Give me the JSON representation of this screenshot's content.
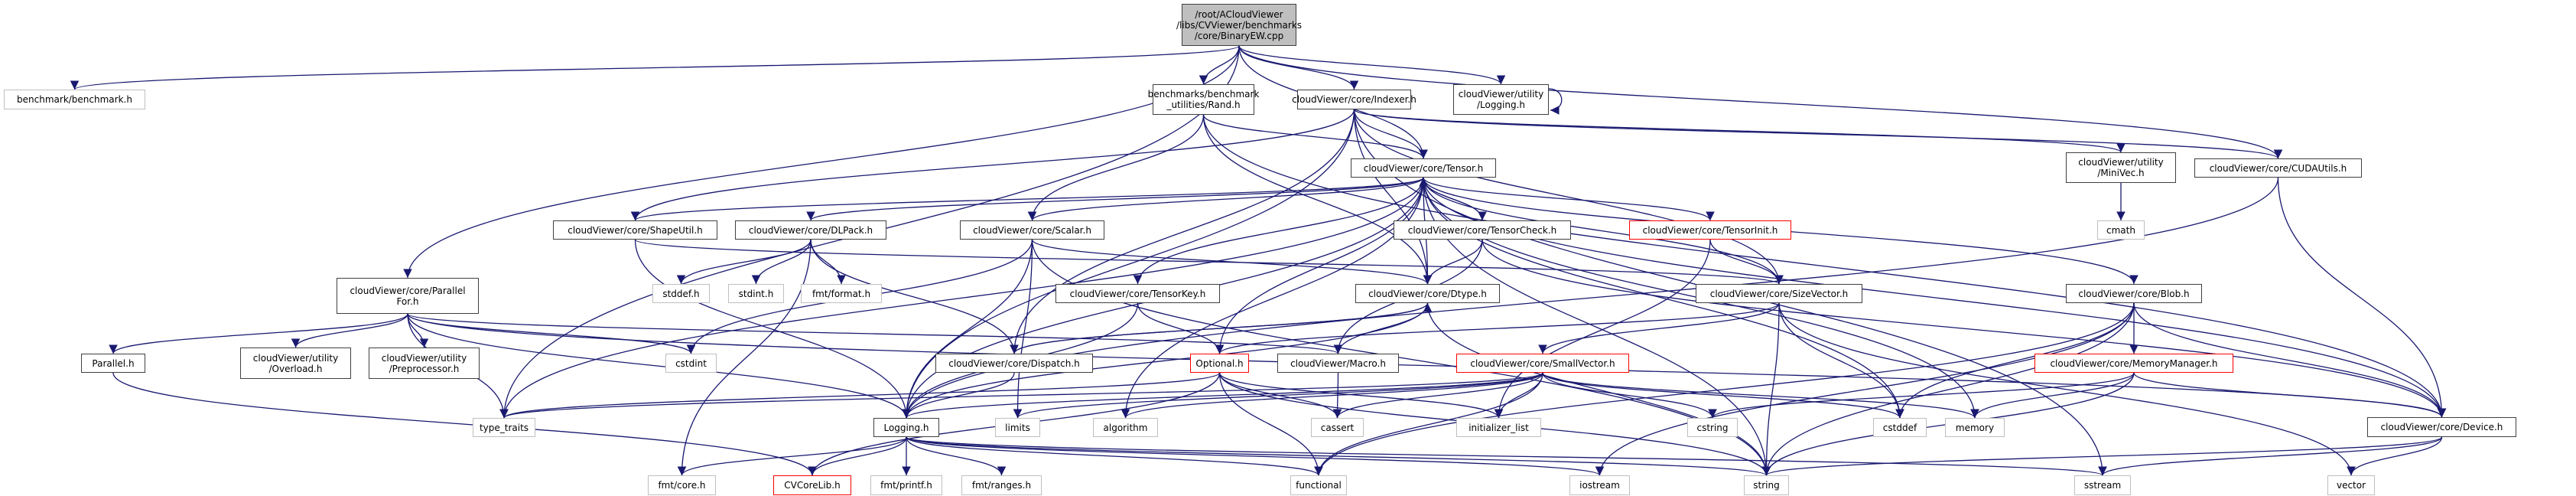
{
  "title": "Include dependency graph for BinaryEW.cpp",
  "colors": {
    "edge": "#191970",
    "root_fill": "#bfbfbf",
    "node_border": "#404040",
    "system_border": "#bfbfbf",
    "missing_border": "#ff0000"
  },
  "nodes": [
    {
      "id": "root",
      "label": "/root/ACloudViewer\n/libs/CVViewer/benchmarks\n/core/BinaryEW.cpp",
      "kind": "root"
    },
    {
      "id": "benchmark_h",
      "label": "benchmark/benchmark.h",
      "kind": "system"
    },
    {
      "id": "rand_h",
      "label": "benchmarks/benchmark\n_utilities/Rand.h",
      "kind": "local"
    },
    {
      "id": "indexer_h",
      "label": "cloudViewer/core/Indexer.h",
      "kind": "local"
    },
    {
      "id": "ulogging_h",
      "label": "cloudViewer/utility\n/Logging.h",
      "kind": "local"
    },
    {
      "id": "tensor_h",
      "label": "cloudViewer/core/Tensor.h",
      "kind": "local"
    },
    {
      "id": "minivec_h",
      "label": "cloudViewer/utility\n/MiniVec.h",
      "kind": "local"
    },
    {
      "id": "cudautils_h",
      "label": "cloudViewer/core/CUDAUtils.h",
      "kind": "local"
    },
    {
      "id": "cmath",
      "label": "cmath",
      "kind": "system"
    },
    {
      "id": "shapeutil_h",
      "label": "cloudViewer/core/ShapeUtil.h",
      "kind": "local"
    },
    {
      "id": "dlpack_h",
      "label": "cloudViewer/core/DLPack.h",
      "kind": "local"
    },
    {
      "id": "scalar_h",
      "label": "cloudViewer/core/Scalar.h",
      "kind": "local"
    },
    {
      "id": "tensorcheck_h",
      "label": "cloudViewer/core/TensorCheck.h",
      "kind": "local"
    },
    {
      "id": "tensorinit_h",
      "label": "cloudViewer/core/TensorInit.h",
      "kind": "missing"
    },
    {
      "id": "parallelfor_h",
      "label": "cloudViewer/core/Parallel\nFor.h",
      "kind": "local"
    },
    {
      "id": "stddef_h",
      "label": "stddef.h",
      "kind": "system"
    },
    {
      "id": "stdint_h",
      "label": "stdint.h",
      "kind": "system"
    },
    {
      "id": "fmtformat_h",
      "label": "fmt/format.h",
      "kind": "system"
    },
    {
      "id": "tensorkey_h",
      "label": "cloudViewer/core/TensorKey.h",
      "kind": "local"
    },
    {
      "id": "dtype_h",
      "label": "cloudViewer/core/Dtype.h",
      "kind": "local"
    },
    {
      "id": "sizevector_h",
      "label": "cloudViewer/core/SizeVector.h",
      "kind": "local"
    },
    {
      "id": "blob_h",
      "label": "cloudViewer/core/Blob.h",
      "kind": "local"
    },
    {
      "id": "parallel_h",
      "label": "Parallel.h",
      "kind": "local"
    },
    {
      "id": "overload_h",
      "label": "cloudViewer/utility\n/Overload.h",
      "kind": "local"
    },
    {
      "id": "preprocessor_h",
      "label": "cloudViewer/utility\n/Preprocessor.h",
      "kind": "local"
    },
    {
      "id": "cstdint",
      "label": "cstdint",
      "kind": "system"
    },
    {
      "id": "dispatch_h",
      "label": "cloudViewer/core/Dispatch.h",
      "kind": "local"
    },
    {
      "id": "optional_h",
      "label": "Optional.h",
      "kind": "missing"
    },
    {
      "id": "macro_h",
      "label": "cloudViewer/Macro.h",
      "kind": "local"
    },
    {
      "id": "smallvector_h",
      "label": "cloudViewer/core/SmallVector.h",
      "kind": "missing"
    },
    {
      "id": "memorymanager_h",
      "label": "cloudViewer/core/MemoryManager.h",
      "kind": "missing"
    },
    {
      "id": "type_traits",
      "label": "type_traits",
      "kind": "system"
    },
    {
      "id": "logging_h",
      "label": "Logging.h",
      "kind": "local"
    },
    {
      "id": "limits",
      "label": "limits",
      "kind": "system"
    },
    {
      "id": "algorithm",
      "label": "algorithm",
      "kind": "system"
    },
    {
      "id": "cassert",
      "label": "cassert",
      "kind": "system"
    },
    {
      "id": "initializer_list",
      "label": "initializer_list",
      "kind": "system"
    },
    {
      "id": "cstring",
      "label": "cstring",
      "kind": "system"
    },
    {
      "id": "cstddef",
      "label": "cstddef",
      "kind": "system"
    },
    {
      "id": "memory",
      "label": "memory",
      "kind": "system"
    },
    {
      "id": "device_h",
      "label": "cloudViewer/core/Device.h",
      "kind": "local"
    },
    {
      "id": "fmtcore_h",
      "label": "fmt/core.h",
      "kind": "system"
    },
    {
      "id": "cvcorelib_h",
      "label": "CVCoreLib.h",
      "kind": "missing"
    },
    {
      "id": "fmtprintf_h",
      "label": "fmt/printf.h",
      "kind": "system"
    },
    {
      "id": "fmtranges_h",
      "label": "fmt/ranges.h",
      "kind": "system"
    },
    {
      "id": "functional",
      "label": "functional",
      "kind": "system"
    },
    {
      "id": "iostream",
      "label": "iostream",
      "kind": "system"
    },
    {
      "id": "string",
      "label": "string",
      "kind": "system"
    },
    {
      "id": "sstream",
      "label": "sstream",
      "kind": "system"
    },
    {
      "id": "vector",
      "label": "vector",
      "kind": "system"
    }
  ],
  "edges": [
    [
      "root",
      "benchmark_h"
    ],
    [
      "root",
      "rand_h"
    ],
    [
      "root",
      "indexer_h"
    ],
    [
      "root",
      "ulogging_h"
    ],
    [
      "root",
      "tensor_h"
    ],
    [
      "root",
      "parallelfor_h"
    ],
    [
      "root",
      "type_traits"
    ],
    [
      "root",
      "cudautils_h"
    ],
    [
      "ulogging_h",
      "ulogging_h"
    ],
    [
      "rand_h",
      "tensor_h"
    ],
    [
      "rand_h",
      "scalar_h"
    ],
    [
      "rand_h",
      "dtype_h"
    ],
    [
      "rand_h",
      "device_h"
    ],
    [
      "indexer_h",
      "tensor_h"
    ],
    [
      "indexer_h",
      "minivec_h"
    ],
    [
      "indexer_h",
      "cudautils_h"
    ],
    [
      "indexer_h",
      "shapeutil_h"
    ],
    [
      "indexer_h",
      "sizevector_h"
    ],
    [
      "indexer_h",
      "dtype_h"
    ],
    [
      "indexer_h",
      "logging_h"
    ],
    [
      "indexer_h",
      "sstream"
    ],
    [
      "indexer_h",
      "dispatch_h"
    ],
    [
      "tensor_h",
      "shapeutil_h"
    ],
    [
      "tensor_h",
      "dlpack_h"
    ],
    [
      "tensor_h",
      "scalar_h"
    ],
    [
      "tensor_h",
      "tensorcheck_h"
    ],
    [
      "tensor_h",
      "tensorinit_h"
    ],
    [
      "tensor_h",
      "tensorkey_h"
    ],
    [
      "tensor_h",
      "dtype_h"
    ],
    [
      "tensor_h",
      "sizevector_h"
    ],
    [
      "tensor_h",
      "blob_h"
    ],
    [
      "tensor_h",
      "device_h"
    ],
    [
      "tensor_h",
      "type_traits"
    ],
    [
      "tensor_h",
      "algorithm"
    ],
    [
      "tensor_h",
      "cstddef"
    ],
    [
      "tensor_h",
      "memory"
    ],
    [
      "tensor_h",
      "string"
    ],
    [
      "tensor_h",
      "logging_h"
    ],
    [
      "tensor_h",
      "optional_h"
    ],
    [
      "tensorcheck_h",
      "tensor_h"
    ],
    [
      "tensorcheck_h",
      "dtype_h"
    ],
    [
      "tensorcheck_h",
      "device_h"
    ],
    [
      "tensorcheck_h",
      "macro_h"
    ],
    [
      "minivec_h",
      "cmath"
    ],
    [
      "cudautils_h",
      "device_h"
    ],
    [
      "cudautils_h",
      "logging_h"
    ],
    [
      "shapeutil_h",
      "sizevector_h"
    ],
    [
      "shapeutil_h",
      "logging_h"
    ],
    [
      "dlpack_h",
      "stddef_h"
    ],
    [
      "dlpack_h",
      "stdint_h"
    ],
    [
      "dlpack_h",
      "fmtformat_h"
    ],
    [
      "dlpack_h",
      "fmtcore_h"
    ],
    [
      "dlpack_h",
      "dispatch_h"
    ],
    [
      "scalar_h",
      "dtype_h"
    ],
    [
      "scalar_h",
      "cstdint"
    ],
    [
      "scalar_h",
      "logging_h"
    ],
    [
      "scalar_h",
      "limits"
    ],
    [
      "scalar_h",
      "string"
    ],
    [
      "tensorinit_h",
      "sizevector_h"
    ],
    [
      "tensorinit_h",
      "initializer_list"
    ],
    [
      "tensorkey_h",
      "optional_h"
    ],
    [
      "tensorkey_h",
      "logging_h"
    ],
    [
      "dtype_h",
      "macro_h"
    ],
    [
      "dtype_h",
      "string"
    ],
    [
      "dtype_h",
      "dispatch_h"
    ],
    [
      "dtype_h",
      "logging_h"
    ],
    [
      "sizevector_h",
      "smallvector_h"
    ],
    [
      "sizevector_h",
      "cstddef"
    ],
    [
      "sizevector_h",
      "string"
    ],
    [
      "sizevector_h",
      "vector"
    ],
    [
      "sizevector_h",
      "optional_h"
    ],
    [
      "blob_h",
      "memorymanager_h"
    ],
    [
      "blob_h",
      "device_h"
    ],
    [
      "blob_h",
      "cstddef"
    ],
    [
      "blob_h",
      "string"
    ],
    [
      "blob_h",
      "functional"
    ],
    [
      "blob_h",
      "iostream"
    ],
    [
      "parallelfor_h",
      "parallel_h"
    ],
    [
      "parallelfor_h",
      "overload_h"
    ],
    [
      "parallelfor_h",
      "preprocessor_h"
    ],
    [
      "parallelfor_h",
      "cstdint"
    ],
    [
      "parallelfor_h",
      "type_traits"
    ],
    [
      "parallelfor_h",
      "logging_h"
    ],
    [
      "parallelfor_h",
      "macro_h"
    ],
    [
      "parallelfor_h",
      "device_h"
    ],
    [
      "parallel_h",
      "cvcorelib_h"
    ],
    [
      "dispatch_h",
      "logging_h"
    ],
    [
      "dispatch_h",
      "dtype_h"
    ],
    [
      "optional_h",
      "cassert"
    ],
    [
      "optional_h",
      "functional"
    ],
    [
      "optional_h",
      "initializer_list"
    ],
    [
      "optional_h",
      "string"
    ],
    [
      "optional_h",
      "type_traits"
    ],
    [
      "optional_h",
      "cvcorelib_h"
    ],
    [
      "macro_h",
      "cassert"
    ],
    [
      "smallvector_h",
      "algorithm"
    ],
    [
      "smallvector_h",
      "cassert"
    ],
    [
      "smallvector_h",
      "initializer_list"
    ],
    [
      "smallvector_h",
      "cstring"
    ],
    [
      "smallvector_h",
      "cstddef"
    ],
    [
      "smallvector_h",
      "memory"
    ],
    [
      "smallvector_h",
      "functional"
    ],
    [
      "smallvector_h",
      "limits"
    ],
    [
      "smallvector_h",
      "type_traits"
    ],
    [
      "smallvector_h",
      "logging_h"
    ],
    [
      "memorymanager_h",
      "cstring"
    ],
    [
      "memorymanager_h",
      "memory"
    ],
    [
      "memorymanager_h",
      "string"
    ],
    [
      "memorymanager_h",
      "device_h"
    ],
    [
      "device_h",
      "string"
    ],
    [
      "device_h",
      "vector"
    ],
    [
      "device_h",
      "sstream"
    ],
    [
      "logging_h",
      "fmtcore_h"
    ],
    [
      "logging_h",
      "cvcorelib_h"
    ],
    [
      "logging_h",
      "fmtprintf_h"
    ],
    [
      "logging_h",
      "fmtranges_h"
    ],
    [
      "logging_h",
      "functional"
    ],
    [
      "logging_h",
      "iostream"
    ],
    [
      "logging_h",
      "string"
    ],
    [
      "logging_h",
      "sstream"
    ]
  ]
}
